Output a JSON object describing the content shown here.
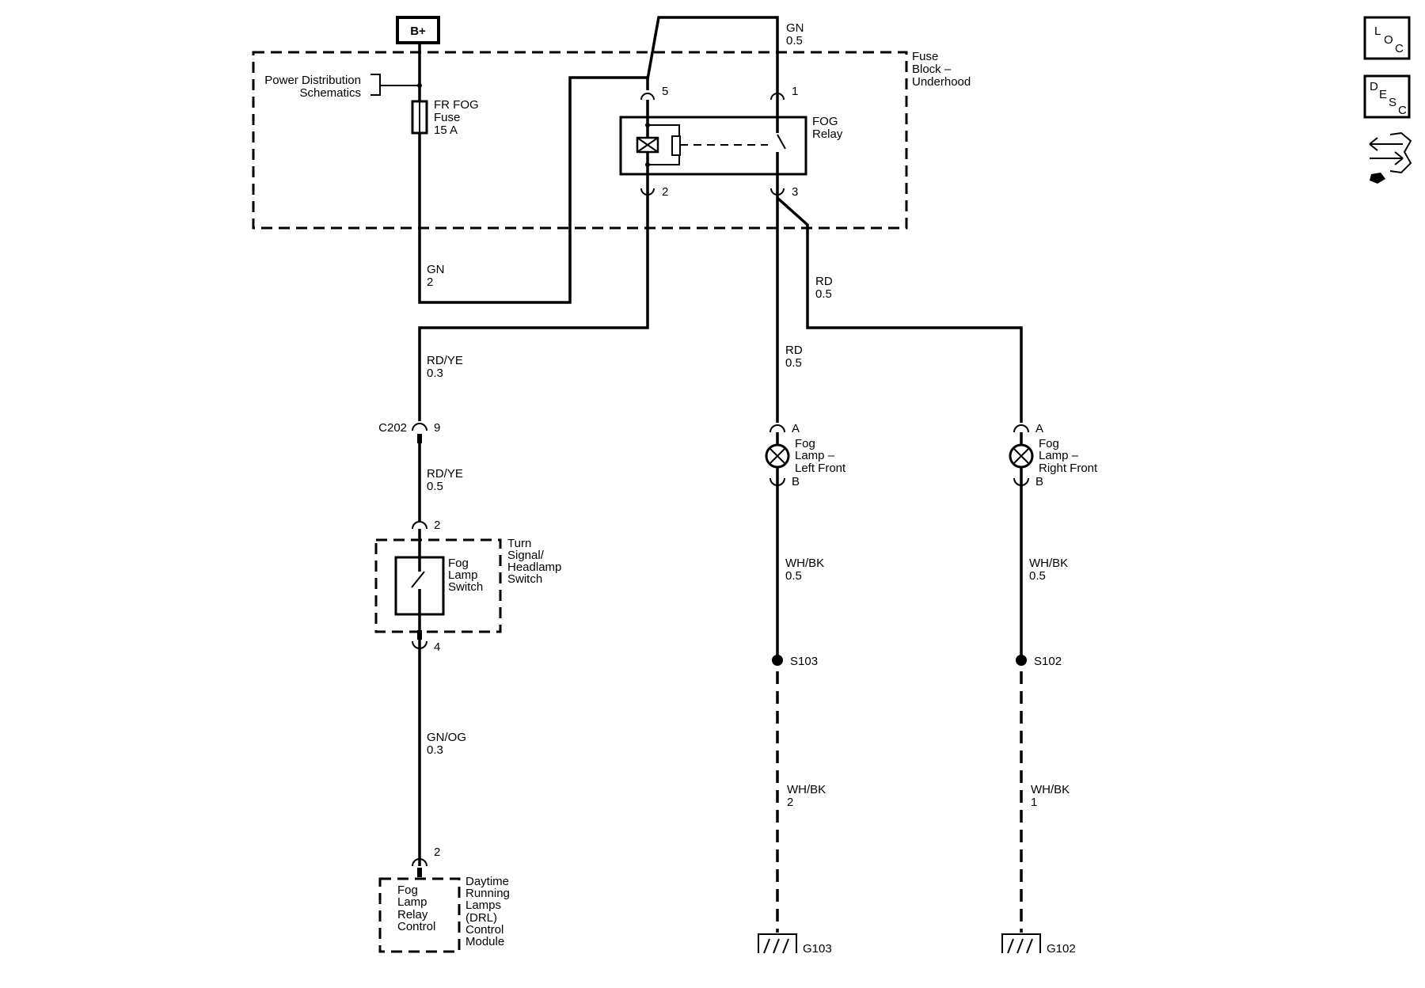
{
  "power": {
    "label": "B+"
  },
  "fuse_block": {
    "label_lines": [
      "Fuse",
      "Block –",
      "Underhood"
    ],
    "power_dist_lines": [
      "Power Distribution",
      "Schematics"
    ],
    "fuse_lines": [
      "FR FOG",
      "Fuse",
      "15 A"
    ]
  },
  "relay": {
    "label_lines": [
      "FOG",
      "Relay"
    ],
    "pins": {
      "p5": "5",
      "p1": "1",
      "p2": "2",
      "p3": "3"
    }
  },
  "wires": {
    "top_gn": [
      "GN",
      "0.5"
    ],
    "gn2": [
      "GN",
      "2"
    ],
    "rd_right": [
      "RD",
      "0.5"
    ],
    "rd_left": [
      "RD",
      "0.5"
    ],
    "rdye_upper": [
      "RD/YE",
      "0.3"
    ],
    "rdye_lower": [
      "RD/YE",
      "0.5"
    ],
    "gnog": [
      "GN/OG",
      "0.3"
    ],
    "whbk_left": [
      "WH/BK",
      "0.5"
    ],
    "whbk_right": [
      "WH/BK",
      "0.5"
    ],
    "whbk_left_lower": [
      "WH/BK",
      "2"
    ],
    "whbk_right_lower": [
      "WH/BK",
      "1"
    ]
  },
  "connector_c202": {
    "name": "C202",
    "pin": "9"
  },
  "switch": {
    "pin_top": "2",
    "pin_bottom": "4",
    "label_lines": [
      "Fog",
      "Lamp",
      "Switch"
    ],
    "module_lines": [
      "Turn",
      "Signal/",
      "Headlamp",
      "Switch"
    ]
  },
  "drl": {
    "pin": "2",
    "inner_lines": [
      "Fog",
      "Lamp",
      "Relay",
      "Control"
    ],
    "module_lines": [
      "Daytime",
      "Running",
      "Lamps",
      "(DRL)",
      "Control",
      "Module"
    ]
  },
  "lamp_left": {
    "pin_a": "A",
    "pin_b": "B",
    "label_lines": [
      "Fog",
      "Lamp –",
      "Left Front"
    ]
  },
  "lamp_right": {
    "pin_a": "A",
    "pin_b": "B",
    "label_lines": [
      "Fog",
      "Lamp –",
      "Right Front"
    ]
  },
  "splices": {
    "left": "S103",
    "right": "S102"
  },
  "grounds": {
    "left": "G103",
    "right": "G102"
  },
  "side_icons": {
    "loc": [
      "L",
      "O",
      "C"
    ],
    "desc": [
      "D",
      "E",
      "S",
      "C"
    ],
    "icon3": "connector-arrows-icon"
  }
}
